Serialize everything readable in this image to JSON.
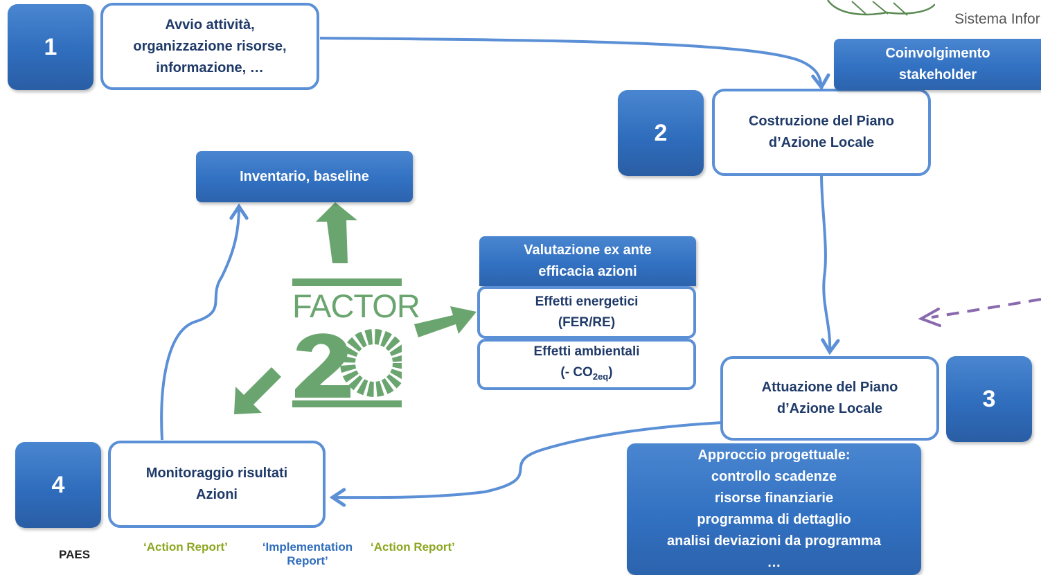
{
  "steps": {
    "s1": {
      "num": "1",
      "line1": "Avvio attività,",
      "line2": "organizzazione risorse,",
      "line3": "informazione, …"
    },
    "s2": {
      "num": "2",
      "line1": "Costruzione del Piano",
      "line2": "d’Azione Locale"
    },
    "s3": {
      "num": "3",
      "line1": "Attuazione del Piano",
      "line2": "d’Azione Locale"
    },
    "s4": {
      "num": "4",
      "line1": "Monitoraggio risultati",
      "line2": "Azioni"
    }
  },
  "stakeholder": {
    "line1": "Coinvolgimento",
    "line2": "stakeholder"
  },
  "inventario": "Inventario, baseline",
  "valutazione": {
    "line1": "Valutazione ex ante",
    "line2": "efficacia azioni"
  },
  "effetti_energetici": {
    "line1": "Effetti energetici",
    "line2": "(FER/RE)"
  },
  "effetti_ambientali": {
    "line1": "Effetti ambientali",
    "line2_prefix": "(- CO",
    "line2_sub": "2eq",
    "line2_suffix": ")"
  },
  "approccio": {
    "lines": [
      "Approccio progettuale:",
      "controllo scadenze",
      "risorse finanziarie",
      "programma di dettaglio",
      "analisi deviazioni da programma",
      "…"
    ]
  },
  "logo": {
    "word": "FACTOR",
    "number": "20",
    "partial_text": "Sistema Infor"
  },
  "bottom": {
    "paes": "PAES",
    "action_report_1": "‘Action Report’",
    "implementation_line1": "‘Implementation",
    "implementation_line2": "Report’",
    "action_report_2": "‘Action Report’"
  },
  "colors": {
    "blue_box": "#3271c2",
    "blue_border": "#5b8fd6",
    "dark_text": "#1f3a68",
    "green": "#6aa56f",
    "lime_text": "#8aa61e",
    "blue_text": "#2f6dbd",
    "dashed_purple": "#8a6aae"
  }
}
